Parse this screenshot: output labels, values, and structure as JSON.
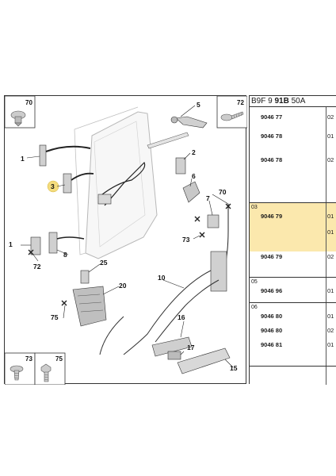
{
  "header": {
    "code_part1": "B9F 9 ",
    "code_bold": "91B",
    "code_part2": " 50A"
  },
  "diagram": {
    "callouts": [
      "70",
      "72",
      "5",
      "1",
      "2",
      "3",
      "6",
      "7",
      "70",
      "73",
      "1",
      "8",
      "72",
      "25",
      "10",
      "20",
      "75",
      "16",
      "17",
      "15",
      "73",
      "75"
    ],
    "thumbs": [
      "70",
      "72",
      "73",
      "75"
    ]
  },
  "table": {
    "groups": [
      "03",
      "05",
      "06"
    ],
    "rows": [
      {
        "ref": "9046 77",
        "qty": "02"
      },
      {
        "ref": "9046 78",
        "qty": "01"
      },
      {
        "ref": "9046 78",
        "qty": "02"
      },
      {
        "ref": "9046 79",
        "qty": "01"
      },
      {
        "ref": "",
        "qty": "01"
      },
      {
        "ref": "9046 79",
        "qty": "02"
      },
      {
        "ref": "9046 96",
        "qty": "01"
      },
      {
        "ref": "9046 80",
        "qty": "01"
      },
      {
        "ref": "9046 80",
        "qty": "02"
      },
      {
        "ref": "9046 81",
        "qty": "01"
      }
    ]
  },
  "colors": {
    "highlight": "#fbe8ad",
    "part_fill": "#d8d8d8",
    "line": "#222222",
    "door_stroke": "#b8b8b8"
  }
}
